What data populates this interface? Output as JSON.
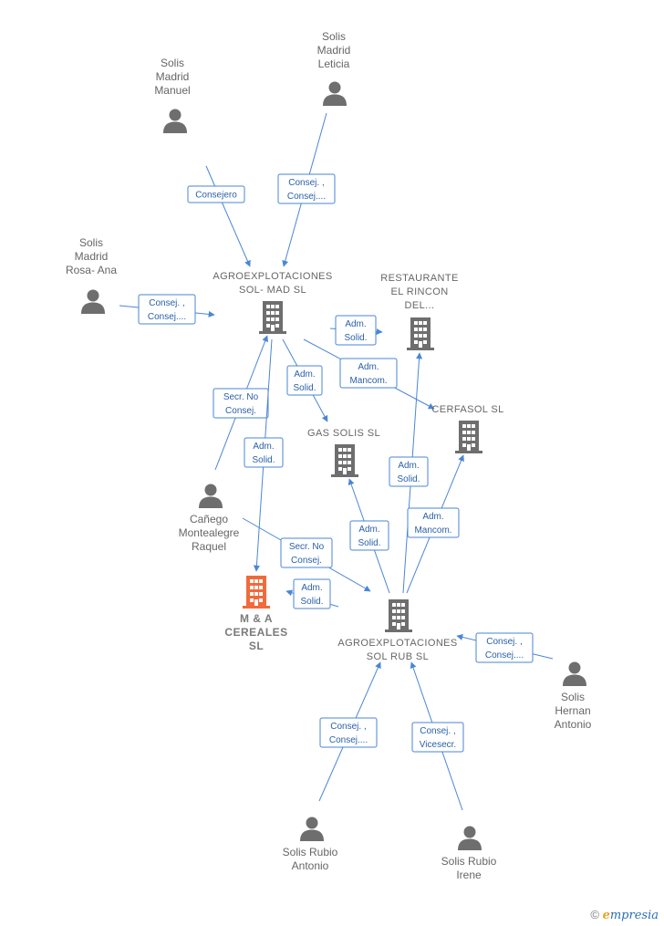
{
  "nodes": [
    {
      "id": "p1",
      "kind": "person",
      "label": [
        "Solis",
        "Madrid",
        "Manuel"
      ]
    },
    {
      "id": "p2",
      "kind": "person",
      "label": [
        "Solis",
        "Madrid",
        "Leticia"
      ]
    },
    {
      "id": "p3",
      "kind": "person",
      "label": [
        "Solis",
        "Madrid",
        "Rosa- Ana"
      ]
    },
    {
      "id": "c1",
      "kind": "company",
      "label": [
        "AGROEXPLOTACIONES",
        "SOL- MAD  SL"
      ]
    },
    {
      "id": "c2",
      "kind": "company",
      "label": [
        "RESTAURANTE",
        "EL RINCON",
        "DEL..."
      ]
    },
    {
      "id": "c3",
      "kind": "company",
      "label": [
        "CERFASOL SL"
      ]
    },
    {
      "id": "c4",
      "kind": "company",
      "label": [
        "GAS SOLIS  SL"
      ]
    },
    {
      "id": "p4",
      "kind": "person",
      "label": [
        "Cañego",
        "Montealegre",
        "Raquel"
      ]
    },
    {
      "id": "c5",
      "kind": "focus",
      "label": [
        "M & A",
        "CEREALES",
        "SL"
      ]
    },
    {
      "id": "c6",
      "kind": "company",
      "label": [
        "AGROEXPLOTACIONES",
        "SOL RUB  SL"
      ]
    },
    {
      "id": "p5",
      "kind": "person",
      "label": [
        "Solis",
        "Hernan",
        "Antonio"
      ]
    },
    {
      "id": "p6",
      "kind": "person",
      "label": [
        "Solis Rubio",
        "Antonio"
      ]
    },
    {
      "id": "p7",
      "kind": "person",
      "label": [
        "Solis Rubio",
        "Irene"
      ]
    }
  ],
  "edges": [
    {
      "from": "p1",
      "to": "c1",
      "label": [
        "Consejero"
      ]
    },
    {
      "from": "p2",
      "to": "c1",
      "label": [
        "Consej. ,",
        "Consej...."
      ]
    },
    {
      "from": "p3",
      "to": "c1",
      "label": [
        "Consej. ,",
        "Consej...."
      ]
    },
    {
      "from": "c1",
      "to": "c2",
      "label": [
        "Adm.",
        "Solid."
      ]
    },
    {
      "from": "c1",
      "to": "c3",
      "label": [
        "Adm.",
        "Mancom."
      ]
    },
    {
      "from": "c1",
      "to": "c4",
      "label": [
        "Adm.",
        "Solid."
      ]
    },
    {
      "from": "p4",
      "to": "c1",
      "label": [
        "Secr.  No",
        "Consej."
      ]
    },
    {
      "from": "c1",
      "to": "c5",
      "label": [
        "Adm.",
        "Solid."
      ]
    },
    {
      "from": "p4",
      "to": "c6",
      "label": [
        "Secr.  No",
        "Consej."
      ]
    },
    {
      "from": "c6",
      "to": "c5",
      "label": [
        "Adm.",
        "Solid."
      ]
    },
    {
      "from": "c6",
      "to": "c4",
      "label": [
        "Adm.",
        "Solid."
      ]
    },
    {
      "from": "c6",
      "to": "c2",
      "label": [
        "Adm.",
        "Solid."
      ]
    },
    {
      "from": "c6",
      "to": "c3",
      "label": [
        "Adm.",
        "Mancom."
      ]
    },
    {
      "from": "p5",
      "to": "c6",
      "label": [
        "Consej. ,",
        "Consej...."
      ]
    },
    {
      "from": "p6",
      "to": "c6",
      "label": [
        "Consej. ,",
        "Consej...."
      ]
    },
    {
      "from": "p7",
      "to": "c6",
      "label": [
        "Consej. ,",
        "Vicesecr."
      ]
    }
  ],
  "colors": {
    "edge": "#4a86d6",
    "edge_text": "#2a5fa8",
    "person_icon": "#6e6e6e",
    "company_icon": "#6e6e6e",
    "focus_company_icon": "#f06a3a"
  },
  "footer": {
    "copyright": "©",
    "brand_initial": "e",
    "brand_rest": "mpresia"
  }
}
